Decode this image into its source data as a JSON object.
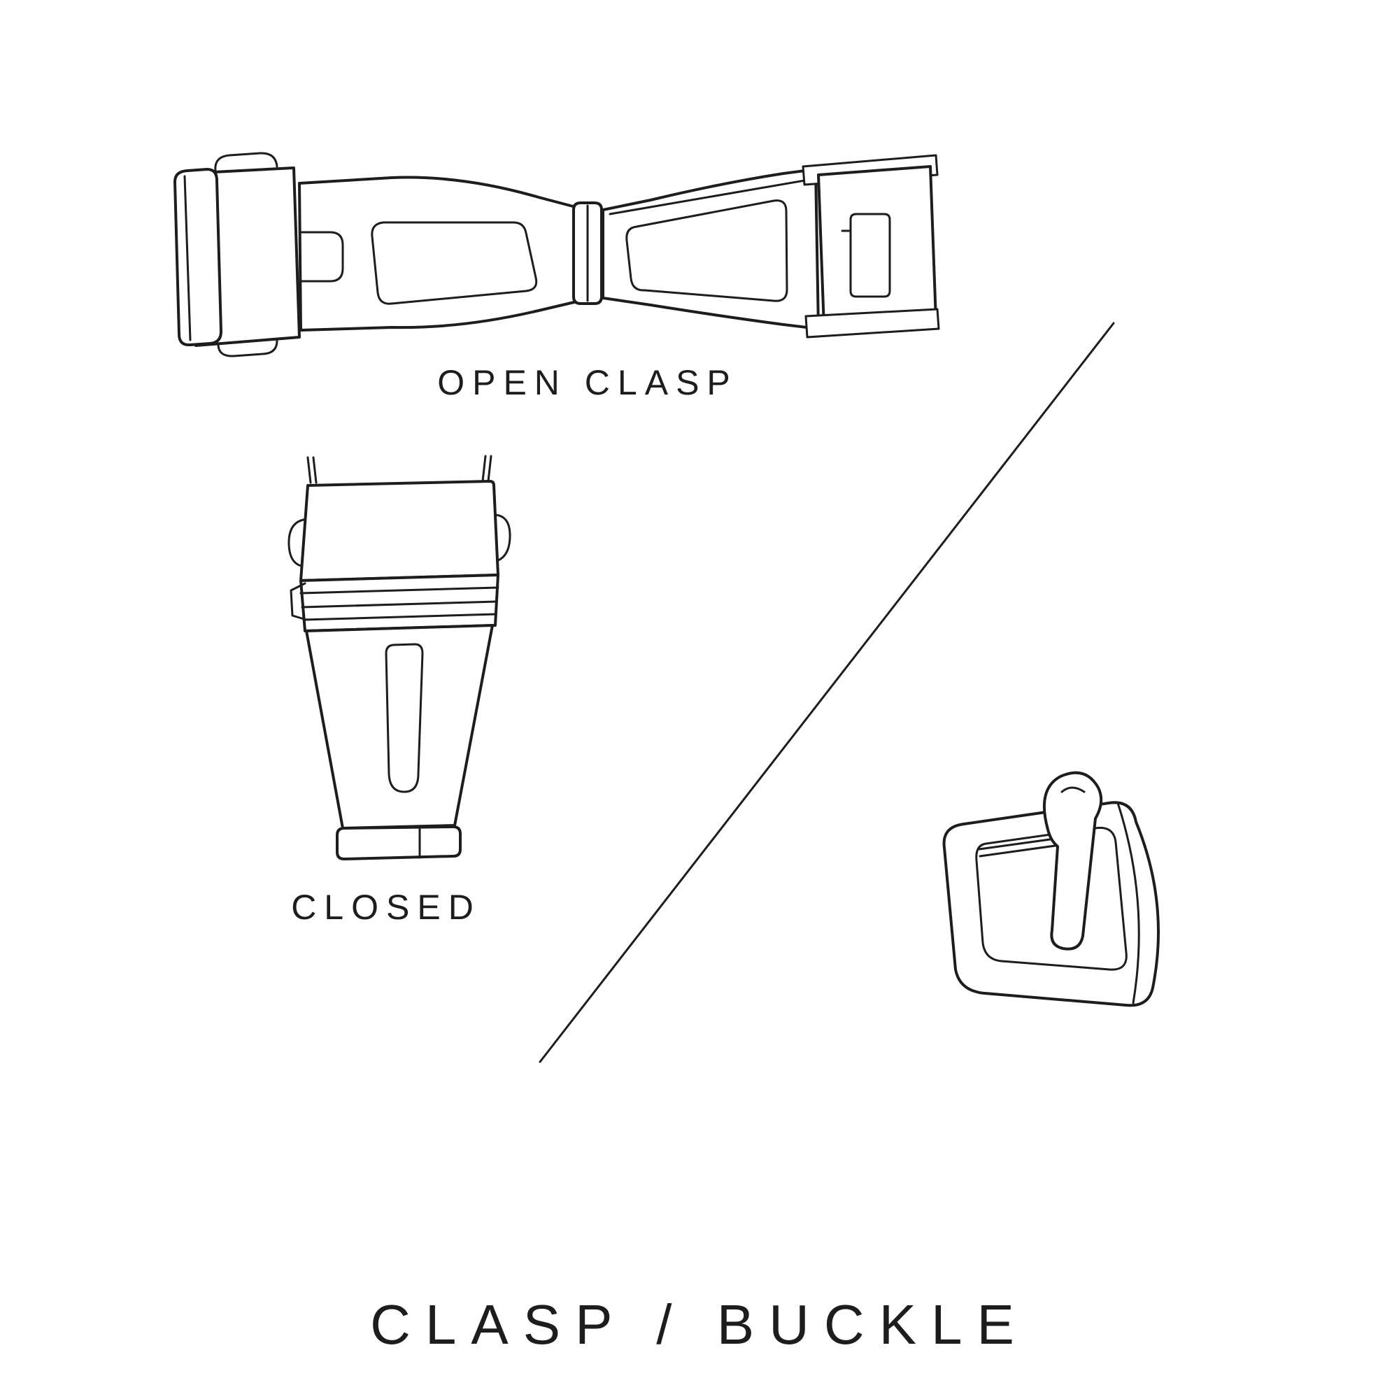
{
  "page": {
    "background": "#ffffff",
    "ink_color": "#1d1d1d"
  },
  "labels": {
    "open_clasp": "OPEN CLASP",
    "closed": "CLOSED",
    "title": "CLASP / BUCKLE"
  },
  "illustrations": [
    {
      "name": "open-clasp-illustration",
      "depicts": "watch deployant clasp shown open and laid flat"
    },
    {
      "name": "closed-clasp-illustration",
      "depicts": "watch clasp shown closed, top view"
    },
    {
      "name": "pin-buckle-illustration",
      "depicts": "watch strap pin buckle with tang"
    }
  ]
}
